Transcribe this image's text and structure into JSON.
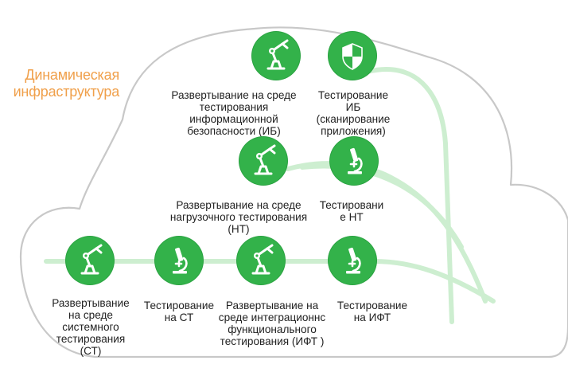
{
  "title": "Динамическая\nинфраструктура",
  "colors": {
    "accent": "#33b24a",
    "track": "#cdeed0",
    "cloud": "#c8c8c8",
    "title": "#f0a04b"
  },
  "nodes": [
    {
      "id": "deploy-ib",
      "icon": "robot-arm-icon",
      "label": "Развертывание на среде\nтестирования\nинформационной\nбезопасности (ИБ)"
    },
    {
      "id": "test-ib",
      "icon": "shield-icon",
      "label": "Тестирование\nИБ\n(сканирование\nприложения)"
    },
    {
      "id": "deploy-nt",
      "icon": "robot-arm-icon",
      "label": "Развертывание на среде\nнагрузочного тестирования\n(НТ)"
    },
    {
      "id": "test-nt",
      "icon": "microscope-icon",
      "label": "Тестировани\nе НТ"
    },
    {
      "id": "deploy-st",
      "icon": "robot-arm-icon",
      "label": "Развертывание\nна среде\nсистемного\nтестирования\n(СТ)"
    },
    {
      "id": "test-st",
      "icon": "microscope-icon",
      "label": "Тестирование\nна СТ"
    },
    {
      "id": "deploy-ift",
      "icon": "robot-arm-icon",
      "label": "Развертывание на\nсреде интеграционнс\nфункционального\nтестирования (ИФТ )"
    },
    {
      "id": "test-ift",
      "icon": "microscope-icon",
      "label": "Тестирование\nна ИФТ"
    }
  ]
}
